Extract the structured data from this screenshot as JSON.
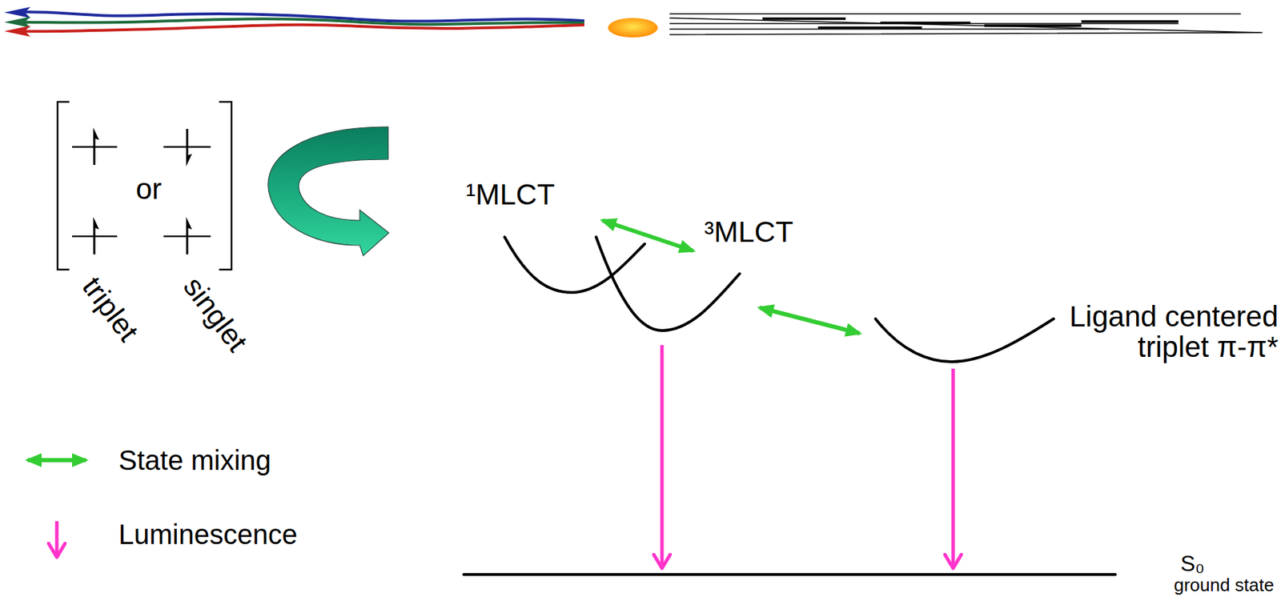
{
  "diagram": {
    "nodes": [
      {
        "text": [
          "¹MLCT"
        ]
      },
      {
        "text": [
          "³MLCT"
        ]
      },
      {
        "text": [
          "Ligand centered triplet π-π*"
        ]
      },
      {
        "text": [
          "S₀",
          "ground state"
        ]
      }
    ],
    "edges": [
      {
        "from": 0,
        "to": 1,
        "arrow": "both"
      },
      {
        "from": 1,
        "to": 2,
        "arrow": "both"
      },
      {
        "from": 1,
        "to": 3,
        "arrow": "to"
      },
      {
        "from": 2,
        "to": 3,
        "arrow": "to"
      }
    ],
    "labels": [
      "or",
      "triplet",
      "singlet"
    ],
    "legend": [
      {
        "text": "State mixing"
      },
      {
        "text": "Luminescence"
      }
    ]
  }
}
